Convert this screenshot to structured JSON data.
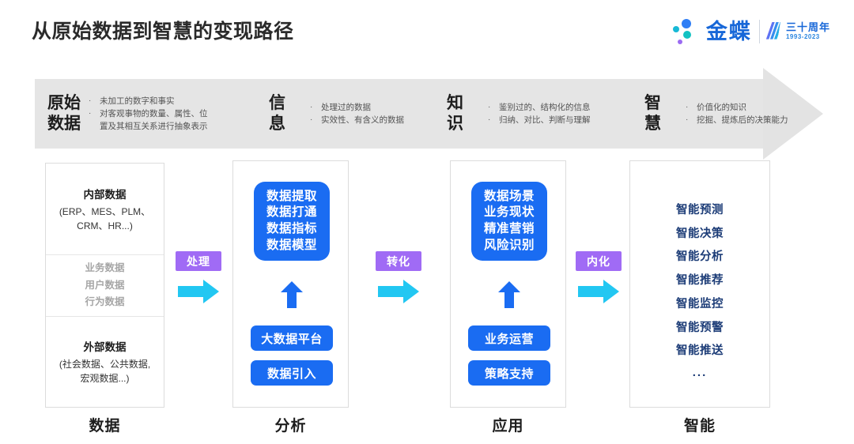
{
  "header": {
    "title": "从原始数据到智慧的变现路径",
    "logo": {
      "word": "金蝶",
      "anniversary_main": "三十周年",
      "anniversary_years": "1993-2023"
    }
  },
  "banner": {
    "stages": [
      {
        "name": "原始\n数据",
        "name_line1": "原始",
        "name_line2": "数据",
        "bullets": [
          "未加工的数字和事实",
          "对客观事物的数量、属性、位",
          "置及其相互关系进行抽象表示"
        ]
      },
      {
        "name_line1": "信",
        "name_line2": "息",
        "bullets": [
          "处理过的数据",
          "实效性、有含义的数据"
        ]
      },
      {
        "name_line1": "知",
        "name_line2": "识",
        "bullets": [
          "鉴别过的、结构化的信息",
          "归纳、对比、判断与理解"
        ]
      },
      {
        "name_line1": "智",
        "name_line2": "慧",
        "bullets": [
          "价值化的知识",
          "挖掘、提炼后的决策能力"
        ]
      }
    ]
  },
  "columns": {
    "data": {
      "label": "数据",
      "internal_title": "内部数据",
      "internal_sub_line1": "(ERP、MES、PLM、",
      "internal_sub_line2": "CRM、HR...)",
      "middle": [
        "业务数据",
        "用户数据",
        "行为数据"
      ],
      "external_title": "外部数据",
      "external_sub_line1": "(社会数据、公共数据,",
      "external_sub_line2": "宏观数据...)"
    },
    "analysis": {
      "label": "分析",
      "box_lines": [
        "数据提取",
        "数据打通",
        "数据指标",
        "数据模型"
      ],
      "pills": [
        "大数据平台",
        "数据引入"
      ]
    },
    "application": {
      "label": "应用",
      "box_lines": [
        "数据场景",
        "业务现状",
        "精准营销",
        "风险识别"
      ],
      "pills": [
        "业务运营",
        "策略支持"
      ]
    },
    "intelligence": {
      "label": "智能",
      "items": [
        "智能预测",
        "智能决策",
        "智能分析",
        "智能推荐",
        "智能监控",
        "智能预警",
        "智能推送"
      ],
      "ellipsis": "..."
    }
  },
  "connectors": [
    {
      "label": "处理"
    },
    {
      "label": "转化"
    },
    {
      "label": "内化"
    }
  ],
  "colors": {
    "accent_blue": "#1a6cf2",
    "navy": "#1c3c77",
    "purple": "#a06bf5",
    "cyan_arrow": "#22c7f2",
    "banner_grey": "#e5e5e5",
    "brand_blue": "#1767d8"
  }
}
